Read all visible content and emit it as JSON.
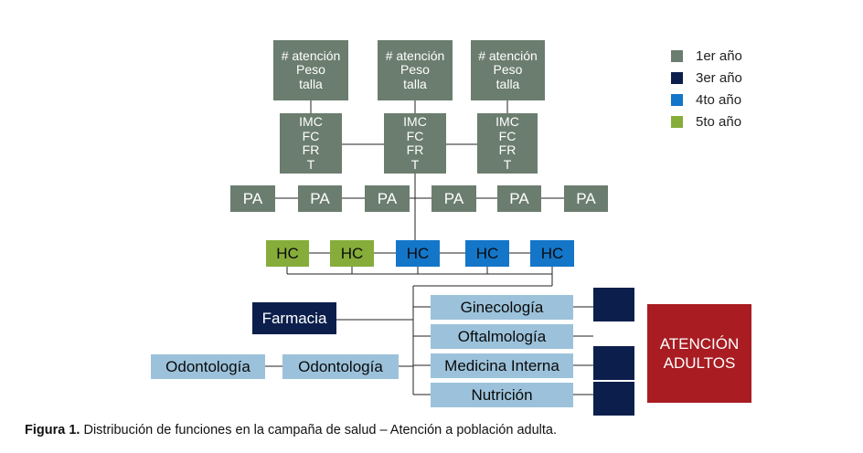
{
  "legend": [
    {
      "label": "1er año",
      "color": "#6b7d6e"
    },
    {
      "label": "3er año",
      "color": "#0c1f4c"
    },
    {
      "label": "4to año",
      "color": "#1476c9"
    },
    {
      "label": "5to año",
      "color": "#86ad3a"
    }
  ],
  "attention_boxes": [
    {
      "line1": "# atención",
      "line2": "Peso",
      "line3": "talla"
    },
    {
      "line1": "# atención",
      "line2": "Peso",
      "line3": "talla"
    },
    {
      "line1": "# atención",
      "line2": "Peso",
      "line3": "talla"
    }
  ],
  "vitals_boxes": [
    {
      "line1": "IMC",
      "line2": "FC",
      "line3": "FR",
      "line4": "T"
    },
    {
      "line1": "IMC",
      "line2": "FC",
      "line3": "FR",
      "line4": "T"
    },
    {
      "line1": "IMC",
      "line2": "FC",
      "line3": "FR",
      "line4": "T"
    }
  ],
  "pa_boxes": [
    "PA",
    "PA",
    "PA",
    "PA",
    "PA",
    "PA"
  ],
  "hc_boxes": [
    {
      "label": "HC",
      "year": "5to año"
    },
    {
      "label": "HC",
      "year": "5to año"
    },
    {
      "label": "HC",
      "year": "4to año"
    },
    {
      "label": "HC",
      "year": "4to año"
    },
    {
      "label": "HC",
      "year": "4to año"
    }
  ],
  "farmacia": "Farmacia",
  "odontologia_left": "Odontología",
  "odontologia_right": "Odontología",
  "services": [
    "Ginecología",
    "Oftalmología",
    "Medicina Interna",
    "Nutrición"
  ],
  "atencion_adultos": {
    "line1": "ATENCIÓN",
    "line2": "ADULTOS"
  },
  "caption": {
    "label": "Figura 1.",
    "text": " Distribución de funciones en la campaña de salud – Atención a población adulta."
  },
  "colors": {
    "gray": "#6b7d6e",
    "navy": "#0c1f4c",
    "blue": "#1476c9",
    "green": "#86ad3a",
    "light_blue": "#9cc2db",
    "red": "#a81c22"
  }
}
